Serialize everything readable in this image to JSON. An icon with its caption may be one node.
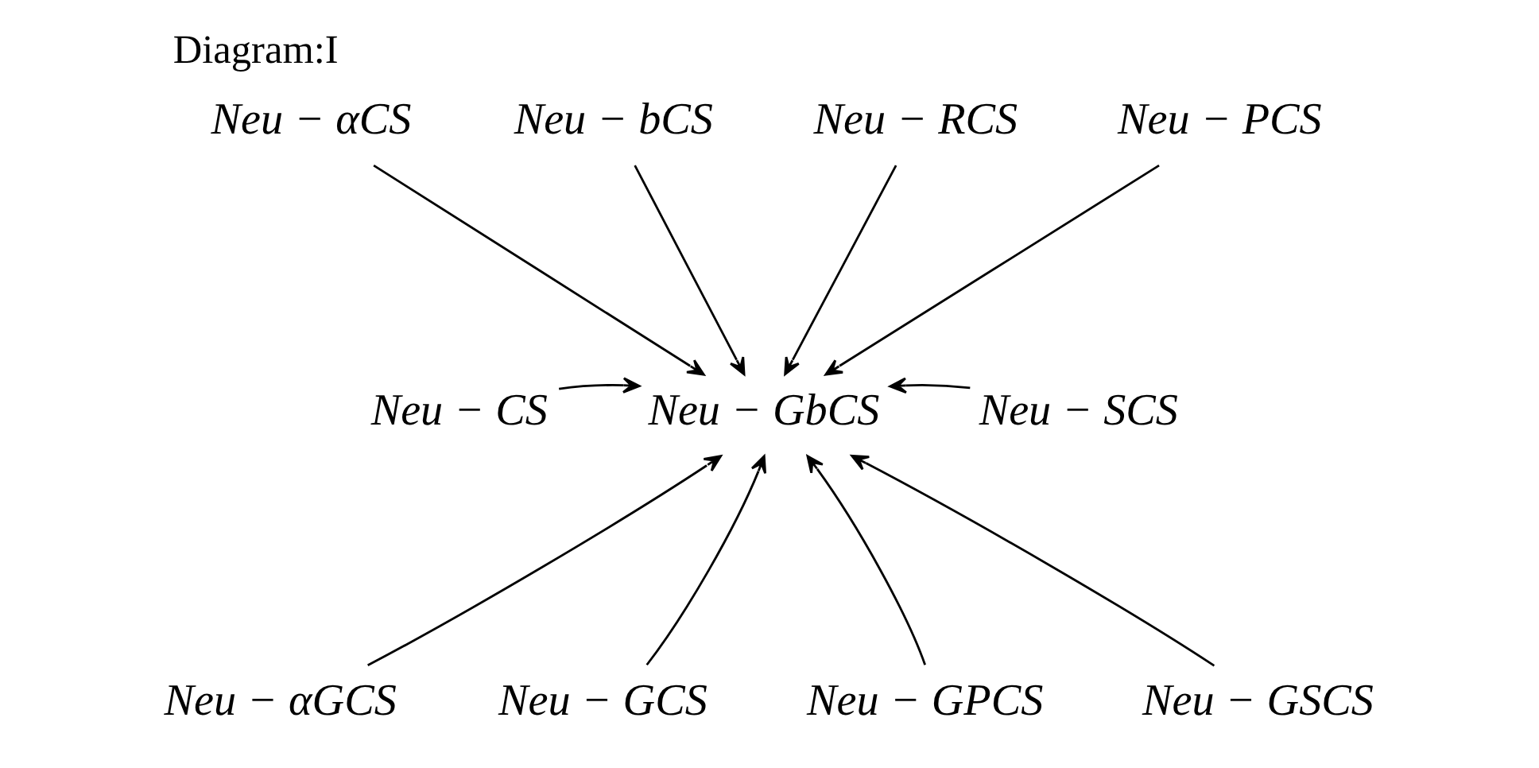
{
  "diagram": {
    "title": "Diagram:I",
    "nodes": [
      {
        "text": [
          "Neu − αCS"
        ]
      },
      {
        "text": [
          "Neu − bCS"
        ]
      },
      {
        "text": [
          "Neu − RCS"
        ]
      },
      {
        "text": [
          "Neu − PCS"
        ]
      },
      {
        "text": [
          "Neu − CS"
        ]
      },
      {
        "text": [
          "Neu − GbCS"
        ]
      },
      {
        "text": [
          "Neu − SCS"
        ]
      },
      {
        "text": [
          "Neu − αGCS"
        ]
      },
      {
        "text": [
          "Neu − GCS"
        ]
      },
      {
        "text": [
          "Neu − GPCS"
        ]
      },
      {
        "text": [
          "Neu − GSCS"
        ]
      }
    ],
    "edges": [
      {
        "from": 0,
        "to": 5,
        "arrow": "to"
      },
      {
        "from": 1,
        "to": 5,
        "arrow": "to"
      },
      {
        "from": 2,
        "to": 5,
        "arrow": "to"
      },
      {
        "from": 3,
        "to": 5,
        "arrow": "to"
      },
      {
        "from": 4,
        "to": 5,
        "arrow": "to"
      },
      {
        "from": 6,
        "to": 5,
        "arrow": "to"
      },
      {
        "from": 7,
        "to": 5,
        "arrow": "to"
      },
      {
        "from": 8,
        "to": 5,
        "arrow": "to"
      },
      {
        "from": 9,
        "to": 5,
        "arrow": "to"
      },
      {
        "from": 10,
        "to": 5,
        "arrow": "to"
      }
    ]
  }
}
